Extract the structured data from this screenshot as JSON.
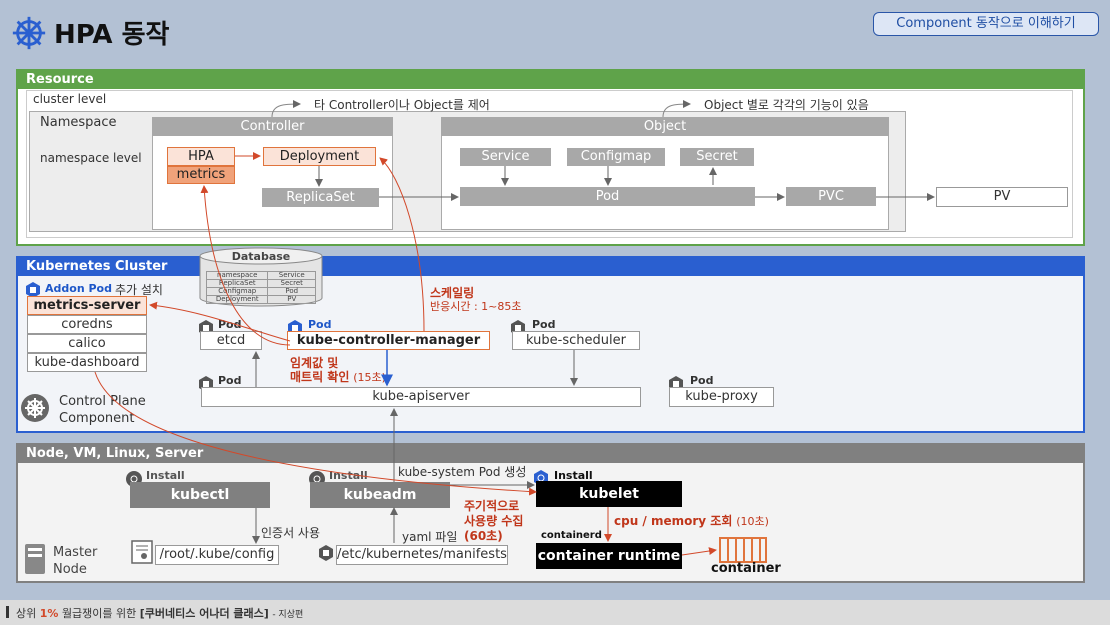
{
  "header": {
    "title": "HPA 동작",
    "button": "Component 동작으로 이해하기"
  },
  "resource": {
    "title": "Resource",
    "cluster_level": "cluster level",
    "namespace": "Namespace",
    "namespace_level": "namespace  level",
    "note_controller": "타 Controller이나 Object를 제어",
    "note_object": "Object 별로 각각의 기능이 있음",
    "controller_label": "Controller",
    "object_label": "Object",
    "hpa": "HPA",
    "metrics": "metrics",
    "deployment": "Deployment",
    "replicaset": "ReplicaSet",
    "service": "Service",
    "configmap": "Configmap",
    "secret": "Secret",
    "pod": "Pod",
    "pvc": "PVC",
    "pv": "PV"
  },
  "cluster": {
    "title": "Kubernetes Cluster",
    "database": {
      "title": "Database",
      "rows": [
        [
          "namespace",
          "Service"
        ],
        [
          "ReplicaSet",
          "Secret"
        ],
        [
          "Configmap",
          "Pod"
        ],
        [
          "Deployment",
          "PV"
        ]
      ]
    },
    "addon_pod": "Addon Pod",
    "addon_install": "추가 설치",
    "metrics_server": "metrics-server",
    "coredns": "coredns",
    "calico": "calico",
    "kube_dashboard": "kube-dashboard",
    "pod_tag": "Pod",
    "etcd": "etcd",
    "controller_manager": "kube-controller-manager",
    "scheduler": "kube-scheduler",
    "apiserver": "kube-apiserver",
    "proxy": "kube-proxy",
    "scaling": "스케일링",
    "response_time": "반응시간 : 1~85초",
    "threshold": "임계값 및",
    "metric_check": "매트릭 확인",
    "metric_interval": "(15초)",
    "control_plane_1": "Control Plane",
    "control_plane_2": "Component"
  },
  "node": {
    "title": "Node, VM, Linux, Server",
    "install": "Install",
    "kubectl": "kubectl",
    "kubeadm": "kubeadm",
    "kubelet": "kubelet",
    "system_pod": "kube-system Pod 생성",
    "periodic_1": "주기적으로",
    "periodic_2": "사용량 수집",
    "periodic_3": "(60초)",
    "cpu_memory": "cpu / memory 조회",
    "cpu_interval": "(10초)",
    "cert_use": "인증서 사용",
    "yaml_file": "yaml 파일",
    "kube_config": "/root/.kube/config",
    "manifests": "/etc/kubernetes/manifests",
    "containerd_logo": "containerd",
    "container_runtime": "container runtime",
    "container": "container",
    "master_1": "Master",
    "master_2": "Node"
  },
  "footer": {
    "pre": "상위",
    "highlight": "1%",
    "mid": "월급쟁이를 위한",
    "course": "[쿠버네티스 어나더 클래스]",
    "suffix": "- 지상편"
  },
  "colors": {
    "resource": "#5fa34a",
    "cluster": "#2a5fd0",
    "node": "#808080",
    "accent": "#e0743c",
    "scale": "#c0361a"
  }
}
